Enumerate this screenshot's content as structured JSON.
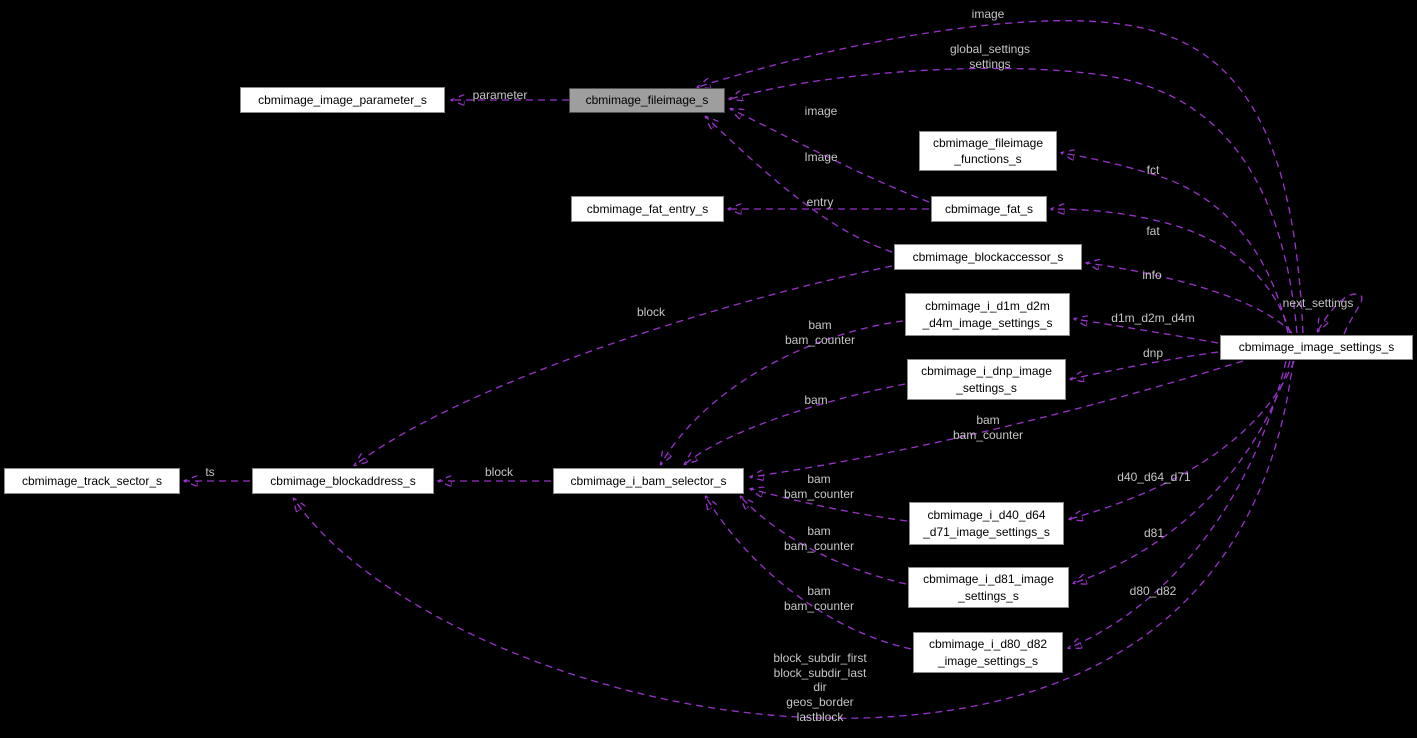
{
  "diagram": {
    "kind": "doxygen-collaboration-graph",
    "background_color": "#000000",
    "edge_color": "#9a32cd",
    "edge_label_color": "#c6c6c6",
    "node_fill": "#ffffff",
    "node_border": "#8a8a8a",
    "selected_node_fill": "#9e9e9e",
    "selected_node": "cbmimage_fileimage_s"
  },
  "nodes": [
    {
      "id": "track_sector",
      "label": "cbmimage_track_sector_s"
    },
    {
      "id": "blockaddress",
      "label": "cbmimage_blockaddress_s"
    },
    {
      "id": "bam_selector",
      "label": "cbmimage_i_bam_selector_s"
    },
    {
      "id": "image_parameter",
      "label": "cbmimage_image_parameter_s"
    },
    {
      "id": "fileimage",
      "label": "cbmimage_fileimage_s"
    },
    {
      "id": "fileimage_functions",
      "label": "cbmimage_fileimage\n_functions_s"
    },
    {
      "id": "fat_entry",
      "label": "cbmimage_fat_entry_s"
    },
    {
      "id": "fat",
      "label": "cbmimage_fat_s"
    },
    {
      "id": "blockaccessor",
      "label": "cbmimage_blockaccessor_s"
    },
    {
      "id": "d1m_d2m_d4m",
      "label": "cbmimage_i_d1m_d2m\n_d4m_image_settings_s"
    },
    {
      "id": "dnp",
      "label": "cbmimage_i_dnp_image\n_settings_s"
    },
    {
      "id": "d40_d64_d71",
      "label": "cbmimage_i_d40_d64\n_d71_image_settings_s"
    },
    {
      "id": "d81",
      "label": "cbmimage_i_d81_image\n_settings_s"
    },
    {
      "id": "d80_d82",
      "label": "cbmimage_i_d80_d82\n_image_settings_s"
    },
    {
      "id": "image_settings",
      "label": "cbmimage_image_settings_s"
    }
  ],
  "edges": [
    {
      "from": "cbmimage_fileimage_s",
      "to": "cbmimage_image_parameter_s",
      "label": "parameter"
    },
    {
      "from": "cbmimage_image_settings_s",
      "to": "cbmimage_fileimage_s",
      "label": "image"
    },
    {
      "from": "cbmimage_image_settings_s",
      "to": "cbmimage_fileimage_s",
      "label": "global_settings\nsettings"
    },
    {
      "from": "cbmimage_fat_s",
      "to": "cbmimage_fileimage_s",
      "label": "image"
    },
    {
      "from": "cbmimage_blockaccessor_s",
      "to": "cbmimage_fileimage_s",
      "label": "Image"
    },
    {
      "from": "cbmimage_image_settings_s",
      "to": "cbmimage_fileimage_functions_s",
      "label": "fct"
    },
    {
      "from": "cbmimage_fat_s",
      "to": "cbmimage_fat_entry_s",
      "label": "entry"
    },
    {
      "from": "cbmimage_image_settings_s",
      "to": "cbmimage_fat_s",
      "label": "fat"
    },
    {
      "from": "cbmimage_image_settings_s",
      "to": "cbmimage_blockaccessor_s",
      "label": "info"
    },
    {
      "from": "cbmimage_blockaccessor_s",
      "to": "cbmimage_blockaddress_s",
      "label": "block"
    },
    {
      "from": "cbmimage_i_d1m_d2m_d4m_image_settings_s",
      "to": "cbmimage_i_bam_selector_s",
      "label": "bam\nbam_counter"
    },
    {
      "from": "cbmimage_image_settings_s",
      "to": "cbmimage_i_d1m_d2m_d4m_image_settings_s",
      "label": "d1m_d2m_d4m"
    },
    {
      "from": "cbmimage_image_settings_s",
      "to": "cbmimage_image_settings_s",
      "label": "next_settings"
    },
    {
      "from": "cbmimage_image_settings_s",
      "to": "cbmimage_i_dnp_image_settings_s",
      "label": "dnp"
    },
    {
      "from": "cbmimage_i_dnp_image_settings_s",
      "to": "cbmimage_i_bam_selector_s",
      "label": "bam"
    },
    {
      "from": "cbmimage_image_settings_s",
      "to": "cbmimage_i_bam_selector_s",
      "label": "bam\nbam_counter"
    },
    {
      "from": "cbmimage_blockaddress_s",
      "to": "cbmimage_track_sector_s",
      "label": "ts"
    },
    {
      "from": "cbmimage_i_bam_selector_s",
      "to": "cbmimage_blockaddress_s",
      "label": "block"
    },
    {
      "from": "cbmimage_i_d40_d64_d71_image_settings_s",
      "to": "cbmimage_i_bam_selector_s",
      "label": "bam\nbam_counter"
    },
    {
      "from": "cbmimage_image_settings_s",
      "to": "cbmimage_i_d40_d64_d71_image_settings_s",
      "label": "d40_d64_d71"
    },
    {
      "from": "cbmimage_i_d81_image_settings_s",
      "to": "cbmimage_i_bam_selector_s",
      "label": "bam\nbam_counter"
    },
    {
      "from": "cbmimage_image_settings_s",
      "to": "cbmimage_i_d81_image_settings_s",
      "label": "d81"
    },
    {
      "from": "cbmimage_i_d80_d82_image_settings_s",
      "to": "cbmimage_i_bam_selector_s",
      "label": "bam\nbam_counter"
    },
    {
      "from": "cbmimage_image_settings_s",
      "to": "cbmimage_i_d80_d82_image_settings_s",
      "label": "d80_d82"
    },
    {
      "from": "cbmimage_image_settings_s",
      "to": "cbmimage_blockaddress_s",
      "label": "block_subdir_first\nblock_subdir_last\ndir\ngeos_border\nlastblock"
    }
  ]
}
